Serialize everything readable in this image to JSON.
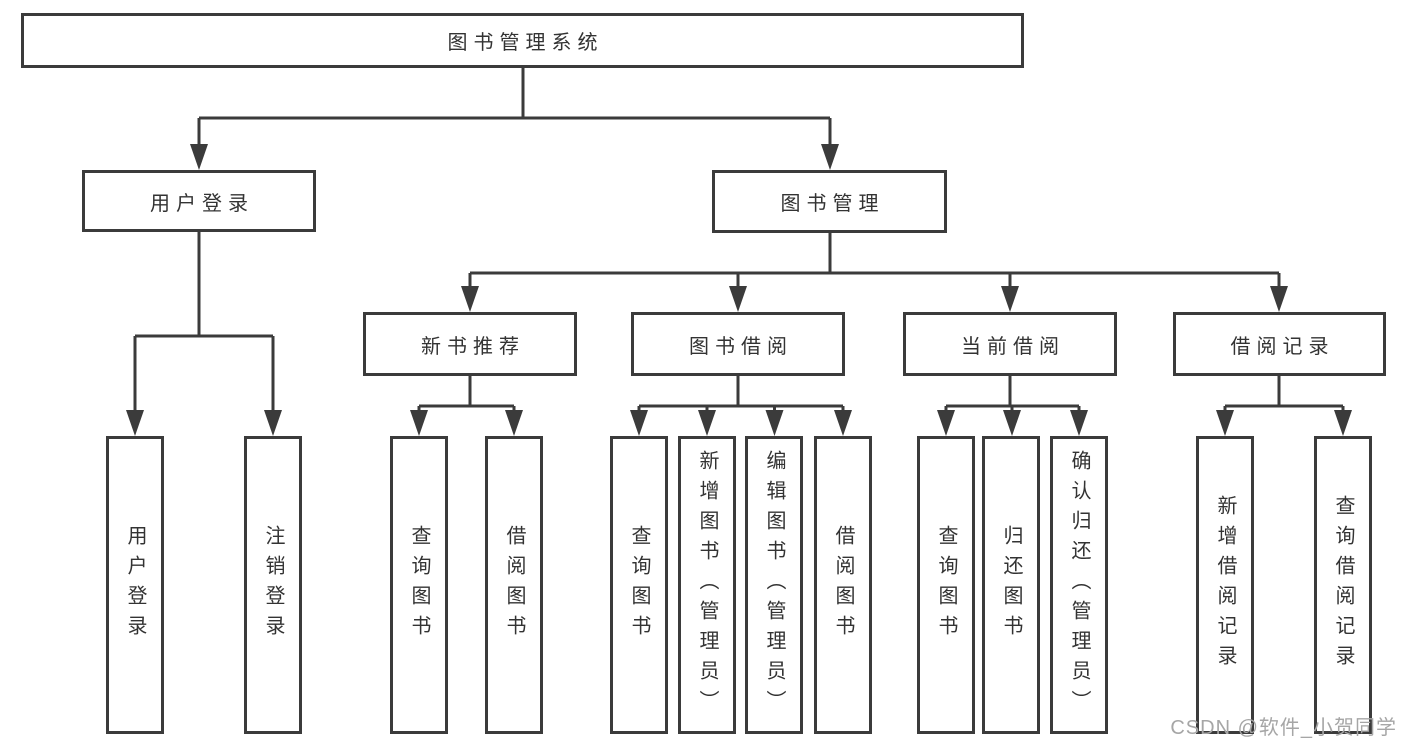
{
  "tree": {
    "root": {
      "label": "图书管理系统"
    },
    "level2": [
      {
        "label": "用户登录"
      },
      {
        "label": "图书管理"
      }
    ],
    "level3": [
      {
        "label": "新书推荐"
      },
      {
        "label": "图书借阅"
      },
      {
        "label": "当前借阅"
      },
      {
        "label": "借阅记录"
      }
    ],
    "leaves": {
      "user_login": [
        {
          "label": "用户登录"
        },
        {
          "label": "注销登录"
        }
      ],
      "new_book": [
        {
          "label": "查询图书"
        },
        {
          "label": "借阅图书"
        }
      ],
      "book_borrow": [
        {
          "label": "查询图书"
        },
        {
          "label": "新增图书（管理员）"
        },
        {
          "label": "编辑图书（管理员）"
        },
        {
          "label": "借阅图书"
        }
      ],
      "current_borrow": [
        {
          "label": "查询图书"
        },
        {
          "label": "归还图书"
        },
        {
          "label": "确认归还（管理员）"
        }
      ],
      "borrow_record": [
        {
          "label": "新增借阅记录"
        },
        {
          "label": "查询借阅记录"
        }
      ]
    }
  },
  "watermark": "CSDN @软件_小贺同学",
  "colors": {
    "line": "#3b3b3b",
    "text": "#333333",
    "watermark": "#a6a6a6",
    "background": "#ffffff"
  }
}
